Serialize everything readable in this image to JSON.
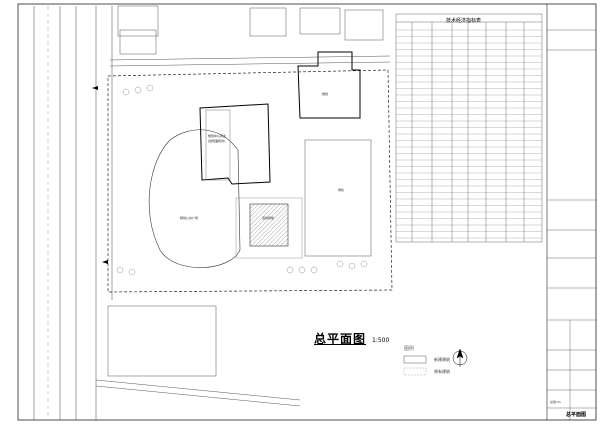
{
  "drawing": {
    "title": "总平面图",
    "scale": "1:500",
    "legend_heading": "图例",
    "legend": [
      {
        "label": "新建建筑"
      },
      {
        "label": "原有建筑"
      }
    ]
  },
  "tech_table": {
    "title": "技术经济指标表"
  },
  "site_labels": {
    "building_a": "规划中心商业",
    "building_a_sub": "(建筑面积约)",
    "building_b": "规划",
    "plaza": "规划公共广场",
    "green": "绿化",
    "court": "活动场地"
  },
  "title_block": {
    "drawing_name": "总平面图",
    "sheet_no": "总施-01"
  }
}
